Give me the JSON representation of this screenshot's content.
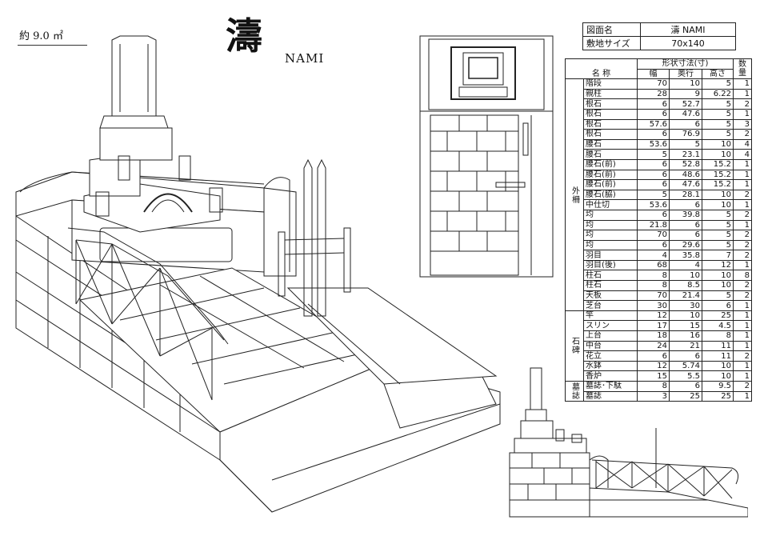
{
  "area_label": "約 9.0 ㎡",
  "title": {
    "kanji": "濤",
    "roman": "NAMI"
  },
  "info": [
    {
      "key": "図面名",
      "value": "濤  NAMI"
    },
    {
      "key": "敷地サイズ",
      "value": "70x140"
    }
  ],
  "dims_table": {
    "header_main": "形状寸法(寸)",
    "col_name": "名    称",
    "col_w": "幅",
    "col_d": "奥行",
    "col_h": "高さ",
    "col_q": "数量",
    "groups": [
      {
        "label": "外柵",
        "rows": [
          [
            "階段",
            "70",
            "10",
            "5",
            "1"
          ],
          [
            "親柱",
            "28",
            "9",
            "6.22",
            "1"
          ],
          [
            "根石",
            "6",
            "52.7",
            "5",
            "2"
          ],
          [
            "根石",
            "6",
            "47.6",
            "5",
            "1"
          ],
          [
            "根石",
            "57.6",
            "6",
            "5",
            "3"
          ],
          [
            "根石",
            "6",
            "76.9",
            "5",
            "2"
          ],
          [
            "腰石",
            "53.6",
            "5",
            "10",
            "4"
          ],
          [
            "腰石",
            "5",
            "23.1",
            "10",
            "4"
          ],
          [
            "腰石(前)",
            "6",
            "52.8",
            "15.2",
            "1"
          ],
          [
            "腰石(前)",
            "6",
            "48.6",
            "15.2",
            "1"
          ],
          [
            "腰石(前)",
            "6",
            "47.6",
            "15.2",
            "1"
          ],
          [
            "腰石(脇)",
            "5",
            "28.1",
            "10",
            "2"
          ],
          [
            "中仕切",
            "53.6",
            "6",
            "10",
            "1"
          ],
          [
            "均",
            "6",
            "39.8",
            "5",
            "2"
          ],
          [
            "均",
            "21.8",
            "6",
            "5",
            "1"
          ],
          [
            "均",
            "70",
            "6",
            "5",
            "2"
          ],
          [
            "均",
            "6",
            "29.6",
            "5",
            "2"
          ],
          [
            "羽目",
            "4",
            "35.8",
            "7",
            "2"
          ],
          [
            "羽目(後)",
            "68",
            "4",
            "12",
            "1"
          ],
          [
            "柱石",
            "8",
            "10",
            "10",
            "8"
          ],
          [
            "柱石",
            "8",
            "8.5",
            "10",
            "2"
          ],
          [
            "天板",
            "70",
            "21.4",
            "5",
            "2"
          ],
          [
            "芝台",
            "30",
            "30",
            "6",
            "1"
          ]
        ]
      },
      {
        "label": "石碑",
        "rows": [
          [
            "竿",
            "12",
            "10",
            "25",
            "1"
          ],
          [
            "スリン",
            "17",
            "15",
            "4.5",
            "1"
          ],
          [
            "上台",
            "18",
            "16",
            "8",
            "1"
          ],
          [
            "中台",
            "24",
            "21",
            "11",
            "1"
          ],
          [
            "花立",
            "6",
            "6",
            "11",
            "2"
          ],
          [
            "水鉢",
            "12",
            "5.74",
            "10",
            "1"
          ],
          [
            "香炉",
            "15",
            "5.5",
            "10",
            "1"
          ]
        ]
      },
      {
        "label": "墓誌",
        "rows": [
          [
            "墓誌･下駄",
            "8",
            "6",
            "9.5",
            "2"
          ],
          [
            "墓誌",
            "3",
            "25",
            "25",
            "1"
          ]
        ]
      }
    ]
  }
}
